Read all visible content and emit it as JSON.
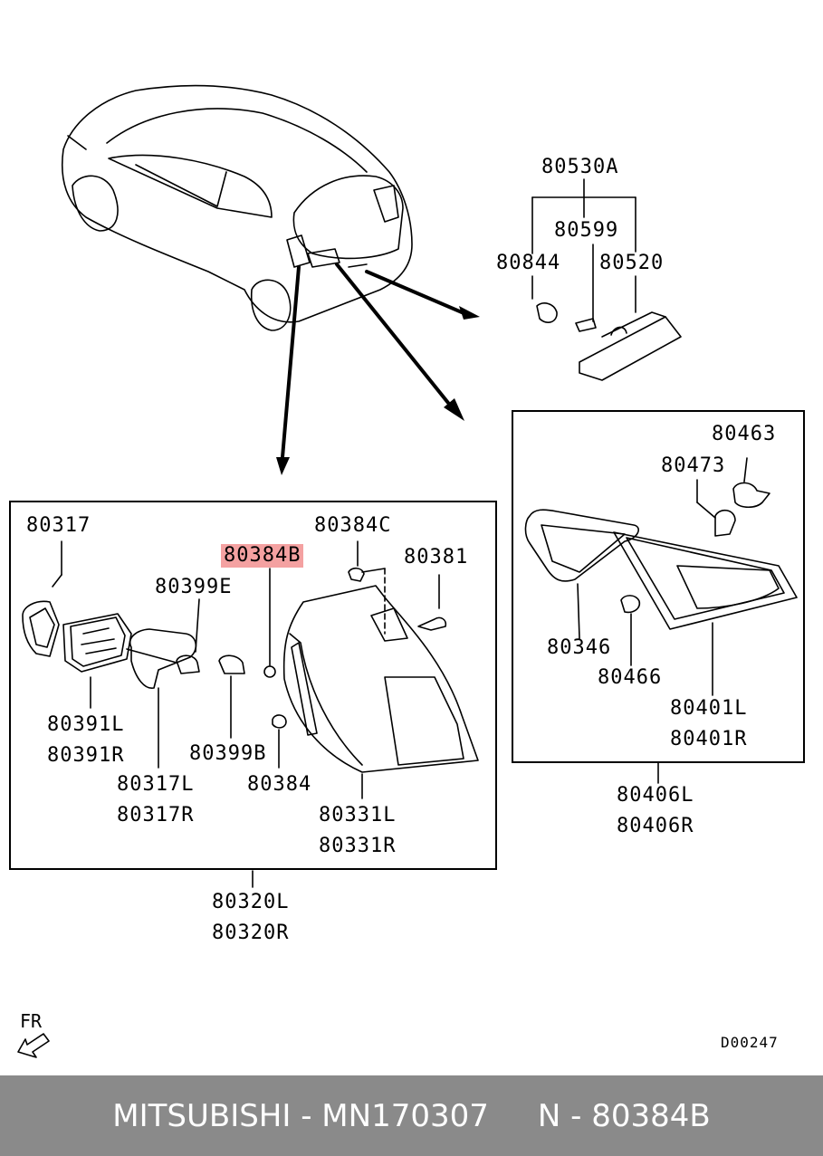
{
  "diagram": {
    "part_labels": {
      "p80530A": "80530A",
      "p80599": "80599",
      "p80844": "80844",
      "p80520": "80520",
      "p80463": "80463",
      "p80473": "80473",
      "p80346": "80346",
      "p80466": "80466",
      "p80401L": "80401L",
      "p80401R": "80401R",
      "p80406L": "80406L",
      "p80406R": "80406R",
      "p80317": "80317",
      "p80384C": "80384C",
      "p80384B": "80384B",
      "p80381": "80381",
      "p80399E": "80399E",
      "p80391L": "80391L",
      "p80391R": "80391R",
      "p80399B": "80399B",
      "p80317L": "80317L",
      "p80317R": "80317R",
      "p80384": "80384",
      "p80331L": "80331L",
      "p80331R": "80331R",
      "p80320L": "80320L",
      "p80320R": "80320R"
    },
    "highlighted_part": "80384B",
    "highlight_color": "#f4a1a1",
    "direction_label": "FR",
    "diagram_code": "D00247"
  },
  "footer": {
    "brand": "MITSUBISHI",
    "part_number": "MN170307",
    "position_code": "N - 80384B",
    "background": "#8a8a8a"
  }
}
